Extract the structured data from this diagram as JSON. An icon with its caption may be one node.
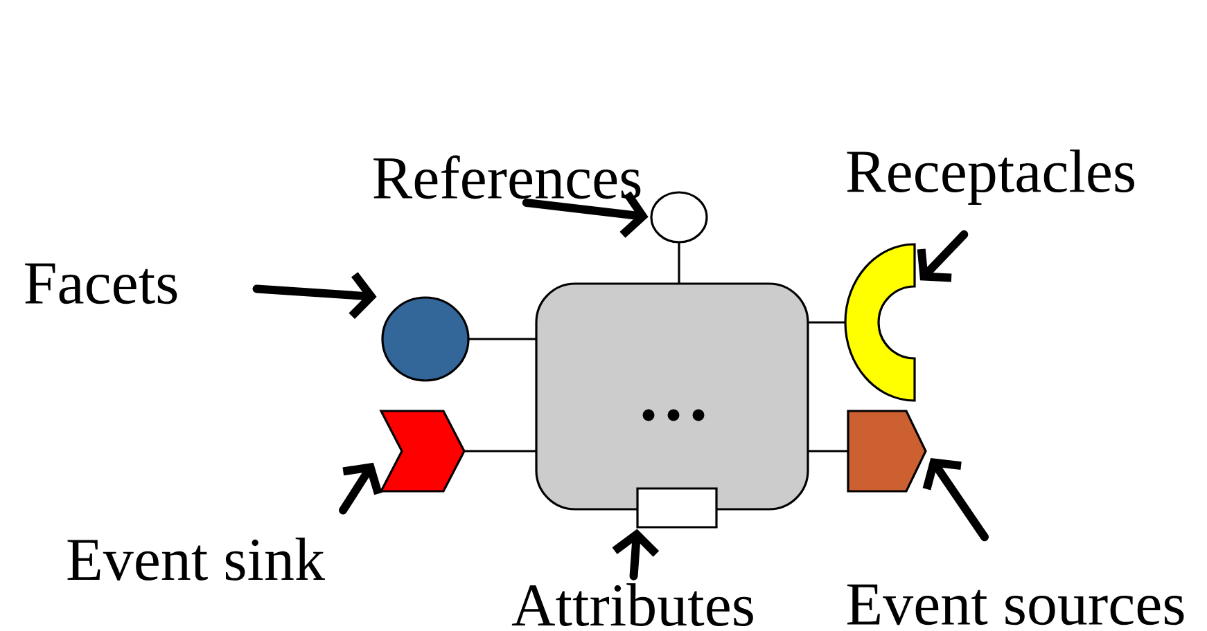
{
  "diagram": {
    "nodes": [
      {
        "text": [],
        "shape": "box"
      },
      {
        "text": [],
        "shape": "circle"
      },
      {
        "text": [],
        "shape": "chevron"
      },
      {
        "text": [],
        "shape": "arc"
      },
      {
        "text": [],
        "shape": "pentagon"
      },
      {
        "text": [],
        "shape": "circle"
      },
      {
        "text": [],
        "shape": "box"
      },
      {
        "text": [
          "Facets"
        ]
      },
      {
        "text": [
          "References"
        ]
      },
      {
        "text": [
          "Receptacles"
        ]
      },
      {
        "text": [
          "Event sink"
        ]
      },
      {
        "text": [
          "Attributes"
        ]
      },
      {
        "text": [
          "Event sources"
        ]
      }
    ],
    "edges": [
      {
        "from": 1,
        "to": 0,
        "arrow": "none"
      },
      {
        "from": 2,
        "to": 0,
        "arrow": "none"
      },
      {
        "from": 3,
        "to": 0,
        "arrow": "none"
      },
      {
        "from": 4,
        "to": 0,
        "arrow": "none"
      },
      {
        "from": 5,
        "to": 0,
        "arrow": "none"
      },
      {
        "from": 7,
        "to": 1,
        "arrow": "to"
      },
      {
        "from": 8,
        "to": 5,
        "arrow": "to"
      },
      {
        "from": 9,
        "to": 3,
        "arrow": "to"
      },
      {
        "from": 10,
        "to": 2,
        "arrow": "to"
      },
      {
        "from": 11,
        "to": 6,
        "arrow": "to"
      },
      {
        "from": 12,
        "to": 4,
        "arrow": "to"
      }
    ]
  }
}
